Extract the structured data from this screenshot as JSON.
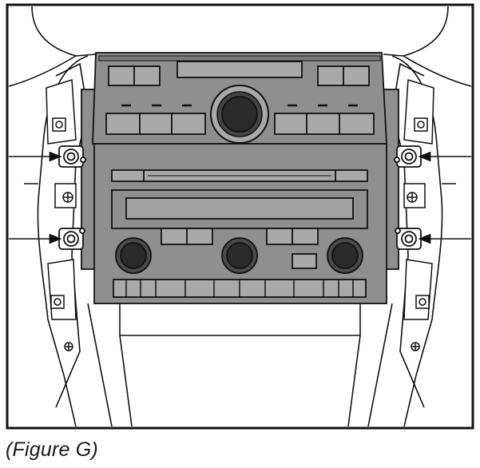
{
  "figure": {
    "caption": "(Figure G)"
  },
  "colors": {
    "line": "#111111",
    "panel_fill": "#8f8f8f",
    "panel_dark": "#6e6e6e",
    "button_fill": "#a9a9a9",
    "knob_dark": "#2a2a2a",
    "background": "#ffffff"
  },
  "callouts": {
    "arrows": [
      "upper-left-screw-arrow",
      "upper-right-screw-arrow",
      "lower-left-screw-arrow",
      "lower-right-screw-arrow"
    ]
  }
}
